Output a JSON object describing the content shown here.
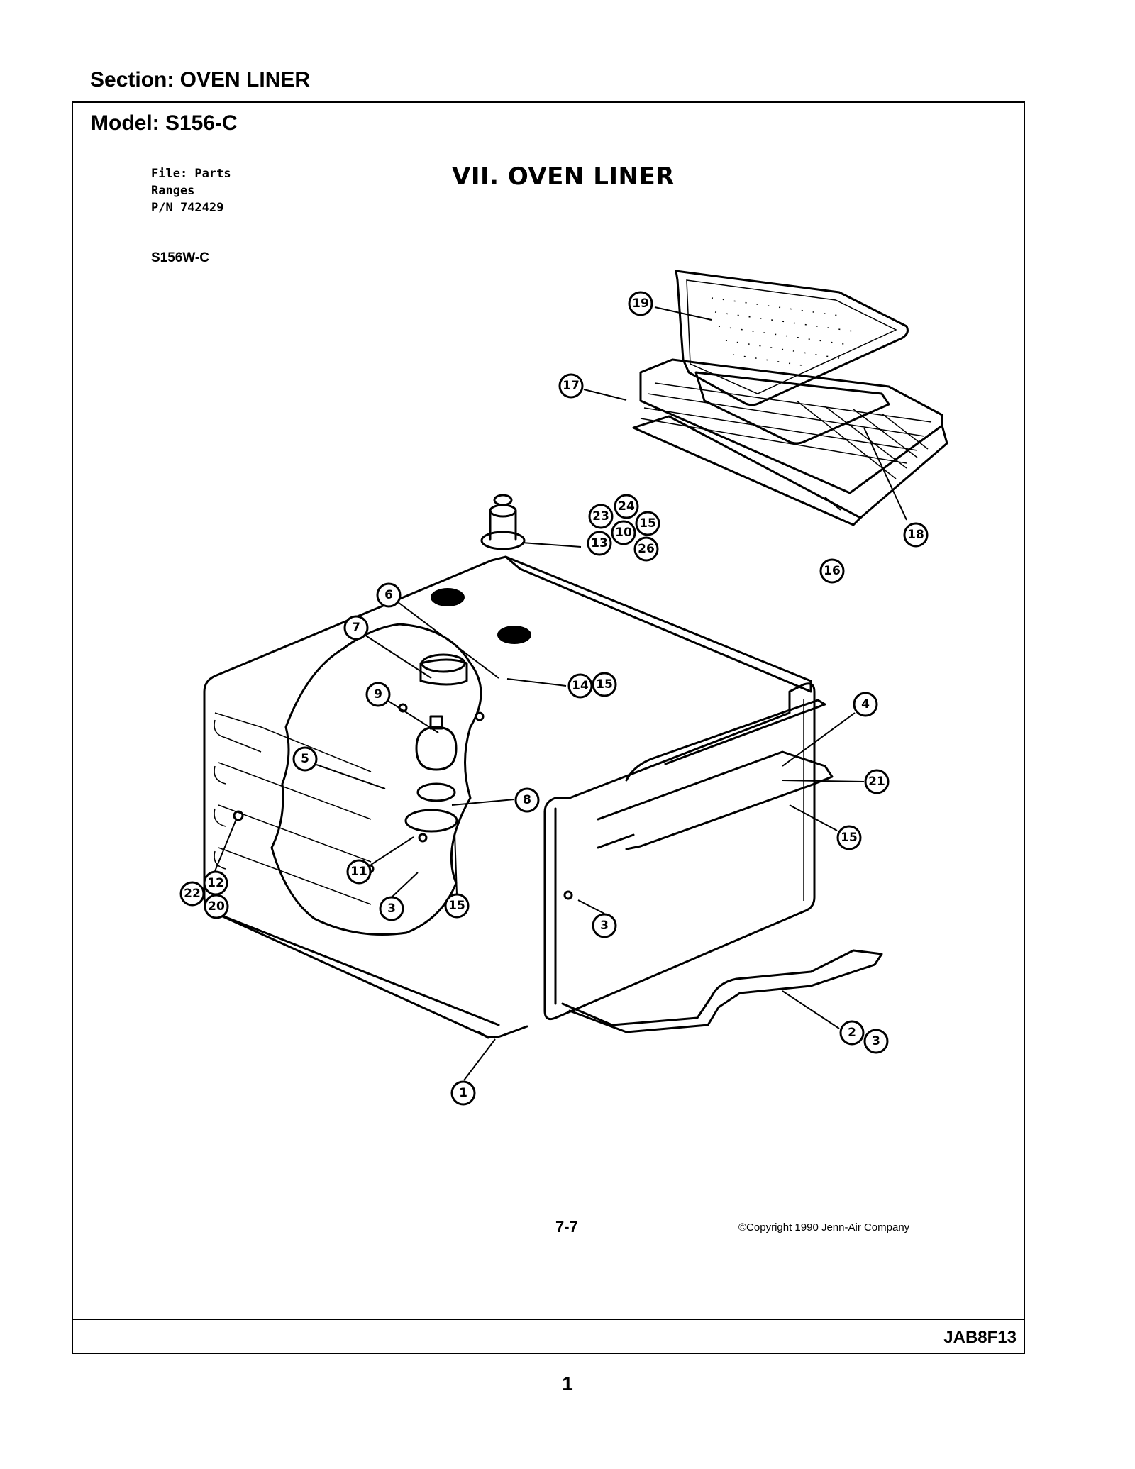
{
  "header": {
    "section": "Section:  OVEN LINER"
  },
  "frame": {
    "model": "Model:  S156-C",
    "file_lines": [
      "File: Parts",
      "Ranges",
      "P/N 742429"
    ],
    "variant": "S156W-C",
    "diagram_title": "VII. OVEN LINER",
    "page_ref": "7-7",
    "copyright": "©Copyright 1990 Jenn-Air Company",
    "doc_code": "JAB8F13"
  },
  "callouts": [
    {
      "label": "19"
    },
    {
      "label": "17"
    },
    {
      "label": "18"
    },
    {
      "label": "16"
    },
    {
      "label": "24"
    },
    {
      "label": "23"
    },
    {
      "label": "15"
    },
    {
      "label": "10"
    },
    {
      "label": "13"
    },
    {
      "label": "26"
    },
    {
      "label": "6"
    },
    {
      "label": "7"
    },
    {
      "label": "14"
    },
    {
      "label": "15"
    },
    {
      "label": "9"
    },
    {
      "label": "4"
    },
    {
      "label": "5"
    },
    {
      "label": "21"
    },
    {
      "label": "8"
    },
    {
      "label": "15"
    },
    {
      "label": "11"
    },
    {
      "label": "12"
    },
    {
      "label": "22"
    },
    {
      "label": "20"
    },
    {
      "label": "3"
    },
    {
      "label": "15"
    },
    {
      "label": "3"
    },
    {
      "label": "2"
    },
    {
      "label": "3"
    },
    {
      "label": "1"
    }
  ],
  "footer": {
    "page_number": "1"
  }
}
